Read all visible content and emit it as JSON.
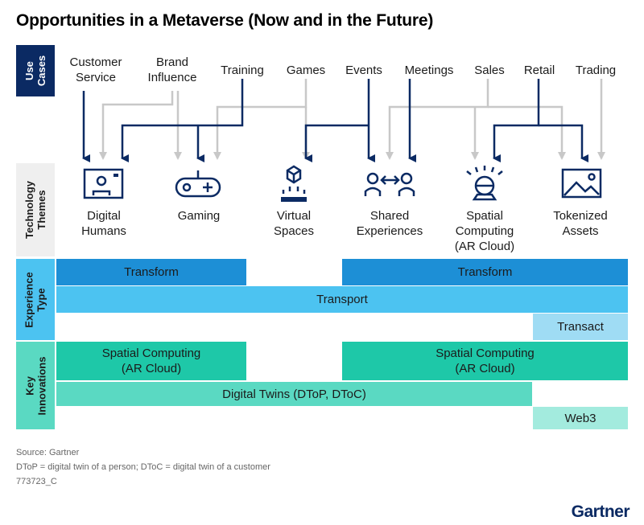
{
  "title": "Opportunities in a Metaverse (Now and in the Future)",
  "rows": {
    "use_cases": "Use\nCases",
    "technology_themes": "Technology\nThemes",
    "experience_type": "Experience\nType",
    "key_innovations": "Key\nInnovations"
  },
  "use_cases": [
    {
      "id": "customer-service",
      "label": "Customer\nService"
    },
    {
      "id": "brand-influence",
      "label": "Brand\nInfluence"
    },
    {
      "id": "training",
      "label": "Training"
    },
    {
      "id": "games",
      "label": "Games"
    },
    {
      "id": "events",
      "label": "Events"
    },
    {
      "id": "meetings",
      "label": "Meetings"
    },
    {
      "id": "sales",
      "label": "Sales"
    },
    {
      "id": "retail",
      "label": "Retail"
    },
    {
      "id": "trading",
      "label": "Trading"
    }
  ],
  "themes": [
    {
      "id": "digital-humans",
      "label": "Digital\nHumans",
      "icon": "digital-humans-icon"
    },
    {
      "id": "gaming",
      "label": "Gaming",
      "icon": "gamepad-icon"
    },
    {
      "id": "virtual-spaces",
      "label": "Virtual\nSpaces",
      "icon": "virtual-spaces-icon"
    },
    {
      "id": "shared-experiences",
      "label": "Shared\nExperiences",
      "icon": "shared-experiences-icon"
    },
    {
      "id": "spatial-computing",
      "label": "Spatial\nComputing\n(AR Cloud)",
      "icon": "spatial-computing-icon"
    },
    {
      "id": "tokenized-assets",
      "label": "Tokenized\nAssets",
      "icon": "tokenized-assets-icon"
    }
  ],
  "experience_type": {
    "transform_left": "Transform",
    "transform_right": "Transform",
    "transport": "Transport",
    "transact": "Transact"
  },
  "key_innovations": {
    "spatial_left": "Spatial Computing\n(AR Cloud)",
    "spatial_right": "Spatial Computing\n(AR Cloud)",
    "digital_twins": "Digital Twins (DToP, DToC)",
    "web3": "Web3"
  },
  "footer": {
    "source": "Source: Gartner",
    "note": "DToP = digital twin of a person; DToC = digital twin of a customer",
    "id": "773723_C"
  },
  "logo": "Gartner",
  "colors": {
    "navy": "#0b2a63",
    "arrow_gray": "#c8c8c8",
    "transform_blue": "#1d8fd6",
    "transport_blue": "#4cc3f1",
    "transact_blue": "#9fdcf4",
    "spatial_teal": "#1ec8a8",
    "twins_teal": "#5ad9c2",
    "web3_teal": "#a3ebde",
    "side_gray": "#efefef"
  }
}
